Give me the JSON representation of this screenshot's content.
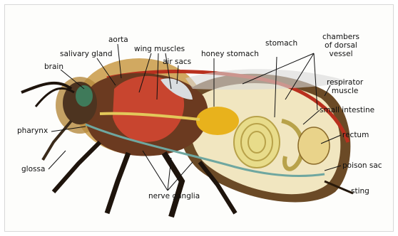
{
  "labels": {
    "aorta": "aorta",
    "salivary_gland": "salivary gland",
    "brain": "brain",
    "wing_muscles": "wing muscles",
    "air_sacs": "air sacs",
    "honey_stomach": "honey stomach",
    "stomach": "stomach",
    "dorsal_vessel": [
      "chambers",
      "of dorsal",
      "vessel"
    ],
    "respirator_muscle": [
      "respirator",
      "muscle"
    ],
    "small_intestine": "small intestine",
    "pharynx": "pharynx",
    "rectum": "rectum",
    "glossa": "glossa",
    "poison_sac": "poison sac",
    "nerve_ganglia": "nerve ganglia",
    "sting": "sting"
  },
  "colors": {
    "background": "#fdfdfb",
    "body_brown": "#5b3a1e",
    "fur": "#c99a45",
    "muscle_red": "#c8452f",
    "honey_yellow": "#e8b21c",
    "intestine_cream": "#e8dc8a",
    "eye_green": "#3f7a5a",
    "leader_line": "#111111"
  }
}
